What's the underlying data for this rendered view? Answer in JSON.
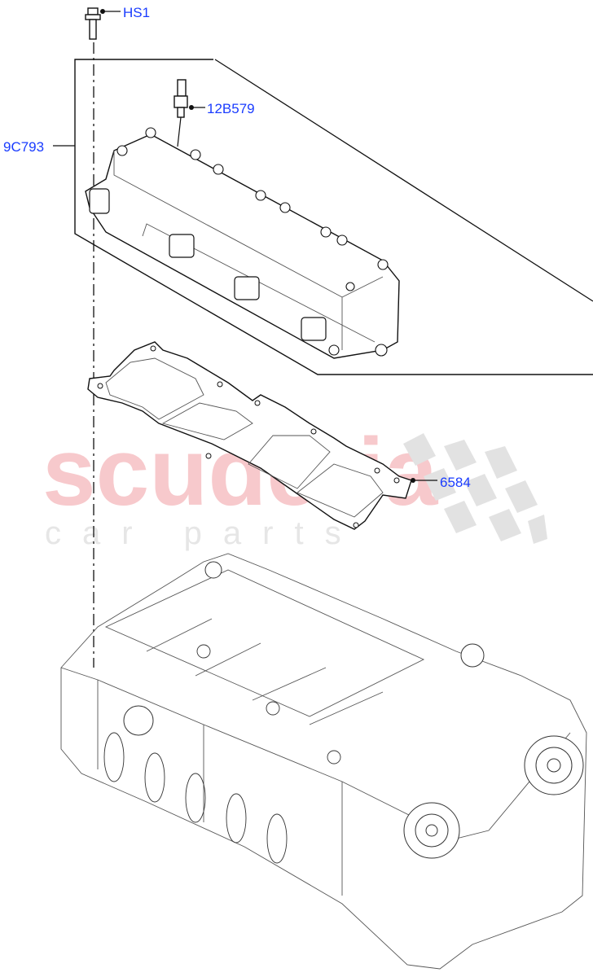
{
  "watermark": {
    "brand": "scuderia",
    "tagline": "car parts"
  },
  "callouts": [
    {
      "id": "HS1",
      "label": "HS1"
    },
    {
      "id": "12B579",
      "label": "12B579"
    },
    {
      "id": "9C793",
      "label": "9C793"
    },
    {
      "id": "6584",
      "label": "6584"
    }
  ],
  "colors": {
    "callout_text": "#1a3cff",
    "watermark_text": "#f7c9cc",
    "line": "#111111"
  }
}
